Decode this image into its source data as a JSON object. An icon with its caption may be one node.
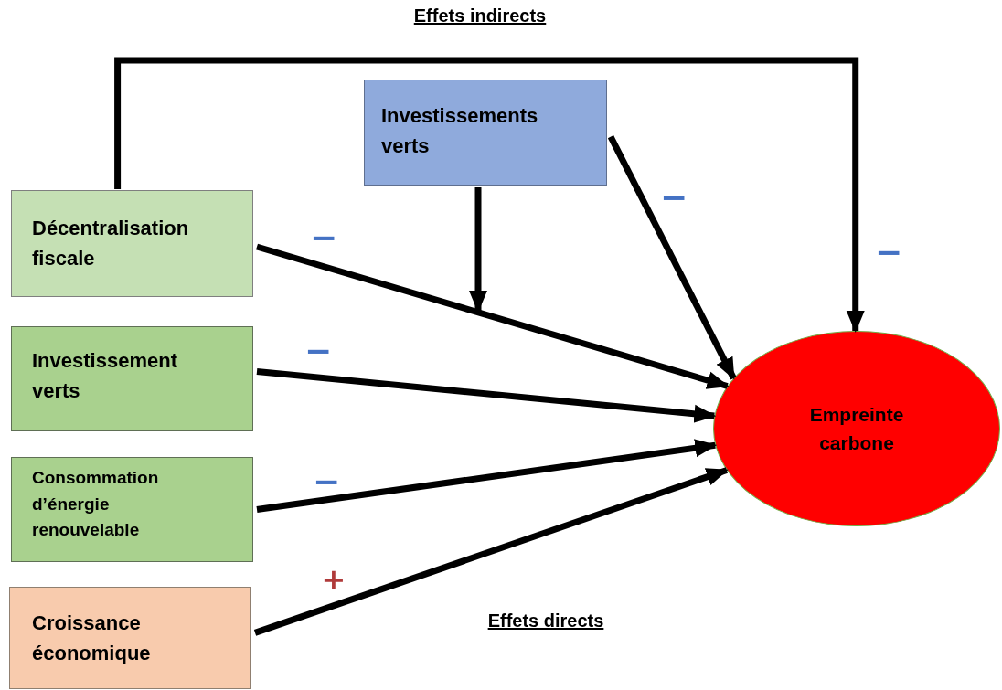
{
  "diagram": {
    "nodes": [
      {
        "text": [
          "Décentralisation fiscale"
        ]
      },
      {
        "text": [
          "Investissements verts"
        ]
      },
      {
        "text": [
          "Investissement verts"
        ]
      },
      {
        "text": [
          "Consommation d’énergie renouvelable"
        ]
      },
      {
        "text": [
          "Croissance économique"
        ]
      },
      {
        "text": [
          "Empreinte carbone"
        ]
      }
    ],
    "edges": [
      {
        "from": 0,
        "to": 5,
        "arrow": "to",
        "label": "−"
      },
      {
        "from": 1,
        "to": null,
        "arrow": "to"
      },
      {
        "from": 1,
        "to": 5,
        "arrow": "to",
        "label": "−"
      },
      {
        "from": 0,
        "to": 5,
        "arrow": "to",
        "label": "−"
      },
      {
        "from": 2,
        "to": 5,
        "arrow": "to",
        "label": "−"
      },
      {
        "from": 3,
        "to": 5,
        "arrow": "to",
        "label": "−"
      },
      {
        "from": 4,
        "to": 5,
        "arrow": "to",
        "label": "+"
      }
    ],
    "labels": [
      "Effets indirects",
      "Effets directs"
    ]
  }
}
